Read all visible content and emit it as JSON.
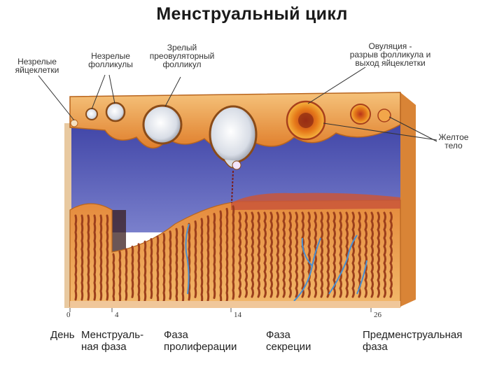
{
  "title": "Менструальный цикл",
  "labels": {
    "immature_eggs": "Незрелые\nяйцеклетки",
    "immature_follicles": "Незрелые\nфолликулы",
    "mature_follicle": "Зрелый\nпреовуляторный\nфолликул",
    "ovulation": "Овуляция -\nразрыв фолликула и\nвыход яйцеклетки",
    "corpus_luteum": "Желтое\nтело"
  },
  "days": {
    "label": "День",
    "ticks": [
      "0",
      "4",
      "14",
      "26"
    ]
  },
  "phases": [
    {
      "label": "Менструаль-\nная фаза"
    },
    {
      "label": "Фаза\nпролиферации"
    },
    {
      "label": "Фаза\nсекреции"
    },
    {
      "label": "Предменструальная\nфаза"
    }
  ],
  "colors": {
    "ovary": "#e8973a",
    "endometrium": "#e8a04a",
    "cavity": "#5a5fb8",
    "vessel": "#4a8fd0"
  }
}
